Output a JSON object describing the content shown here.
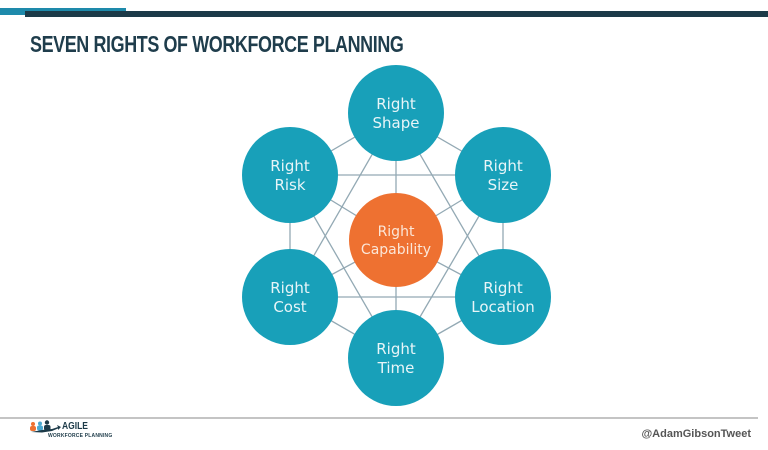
{
  "slide": {
    "title": "SEVEN RIGHTS OF WORKFORCE PLANNING",
    "colors": {
      "accent_teal": "#1e8aab",
      "header_navy": "#1c3a48",
      "node_teal": "#18a0b9",
      "center_orange": "#ee7131",
      "connector": "#93a9b4"
    }
  },
  "diagram": {
    "center": {
      "line1": "Right",
      "line2": "Capability"
    },
    "nodes": [
      {
        "id": "shape",
        "line1": "Right",
        "line2": "Shape"
      },
      {
        "id": "size",
        "line1": "Right",
        "line2": "Size"
      },
      {
        "id": "location",
        "line1": "Right",
        "line2": "Location"
      },
      {
        "id": "time",
        "line1": "Right",
        "line2": "Time"
      },
      {
        "id": "cost",
        "line1": "Right",
        "line2": "Cost"
      },
      {
        "id": "risk",
        "line1": "Right",
        "line2": "Risk"
      }
    ]
  },
  "footer": {
    "logo_title": "AGILE",
    "logo_subtitle": "WORKFORCE PLANNING",
    "handle": "@AdamGibsonTweet"
  }
}
